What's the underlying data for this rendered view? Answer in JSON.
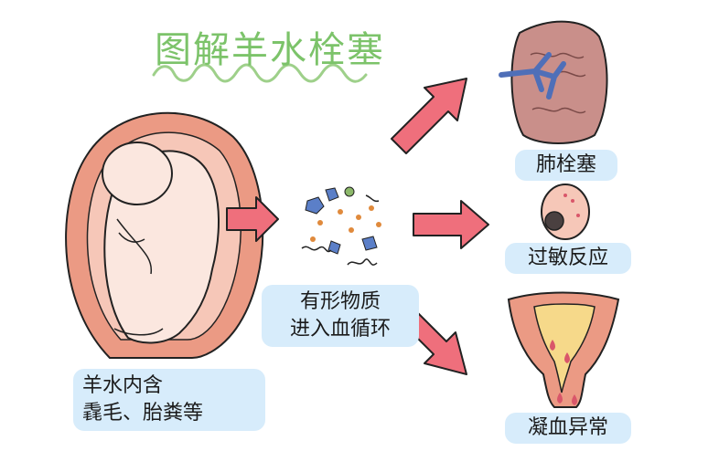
{
  "title": "图解羊水栓塞",
  "labels": {
    "amniotic_line1": "羊水内含",
    "amniotic_line2": "毳毛、胎粪等",
    "material_line1": "有形物质",
    "material_line2": "进入血循环",
    "pulmonary_embolism": "肺栓塞",
    "allergic_reaction": "过敏反应",
    "coagulation_abnormal": "凝血异常"
  },
  "colors": {
    "title": "#7cc36a",
    "label_bg": "#d7ecfb",
    "arrow": "#ef6f7c",
    "uterus": "#eb9a84",
    "fetus": "#fbe7df",
    "lung": "#c98f8a",
    "vessel": "#4f6fb8"
  }
}
